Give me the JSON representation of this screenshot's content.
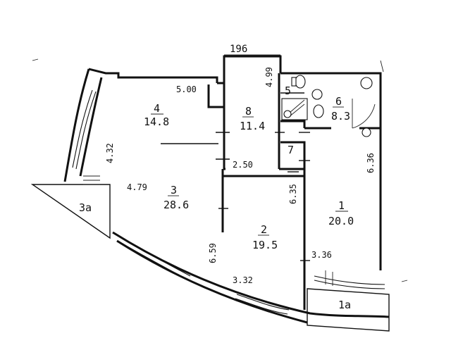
{
  "rooms": [
    {
      "id": "1",
      "number": "1",
      "area": "20.0"
    },
    {
      "id": "1a",
      "number": "1a",
      "area": ""
    },
    {
      "id": "2",
      "number": "2",
      "area": "19.5"
    },
    {
      "id": "3",
      "number": "3",
      "area": "28.6"
    },
    {
      "id": "3a",
      "number": "3a",
      "area": ""
    },
    {
      "id": "4",
      "number": "4",
      "area": "14.8"
    },
    {
      "id": "5",
      "number": "5",
      "area": ""
    },
    {
      "id": "6",
      "number": "6",
      "area": "8.3"
    },
    {
      "id": "7",
      "number": "7",
      "area": ""
    },
    {
      "id": "8",
      "number": "8",
      "area": "11.4"
    }
  ],
  "dimensions": [
    {
      "id": "top-196",
      "text": "196"
    },
    {
      "id": "d-4-99",
      "text": "4.99"
    },
    {
      "id": "d-5-00",
      "text": "5.00"
    },
    {
      "id": "d-4-32",
      "text": "4.32"
    },
    {
      "id": "d-2-50",
      "text": "2.50"
    },
    {
      "id": "d-6-36",
      "text": "6.36"
    },
    {
      "id": "d-6-35",
      "text": "6.35"
    },
    {
      "id": "d-4-79",
      "text": "4.79"
    },
    {
      "id": "d-6-59",
      "text": "6.59"
    },
    {
      "id": "d-3-36",
      "text": "3.36"
    },
    {
      "id": "d-3-32",
      "text": "3.32"
    }
  ]
}
